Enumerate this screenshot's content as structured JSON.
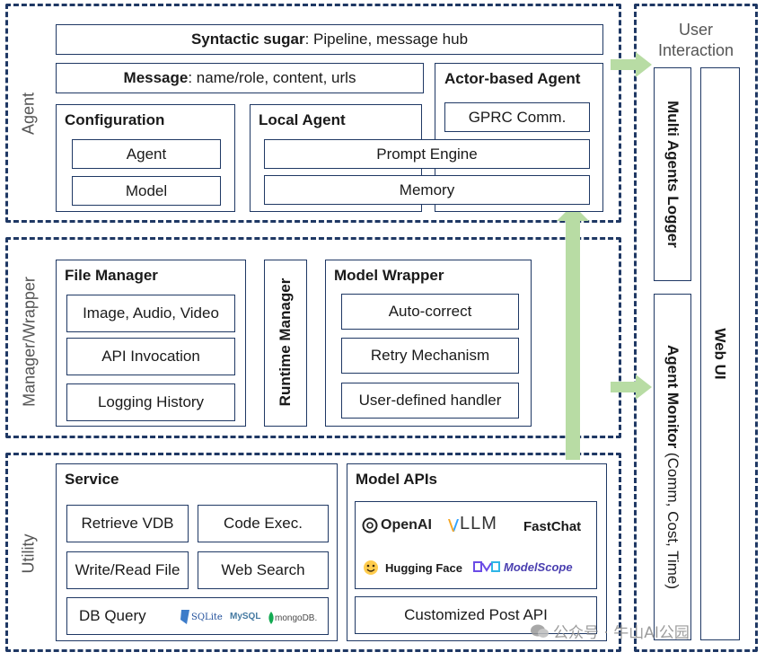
{
  "sections": {
    "agent": "Agent",
    "manager": "Manager/Wrapper",
    "utility": "Utility",
    "user_interaction": "User\nInteraction"
  },
  "agent": {
    "syntactic_bold": "Syntactic sugar",
    "syntactic_rest": ": Pipeline, message hub",
    "message_bold": "Message",
    "message_rest": ": name/role, content, urls",
    "configuration": {
      "title": "Configuration",
      "items": [
        "Agent",
        "Model"
      ]
    },
    "local_agent": {
      "title": "Local Agent",
      "items": [
        "Prompt Engine",
        "Memory"
      ]
    },
    "actor_agent": {
      "title": "Actor-based Agent",
      "items": [
        "GPRC Comm."
      ]
    }
  },
  "manager": {
    "file_manager": {
      "title": "File Manager",
      "items": [
        "Image, Audio, Video",
        "API Invocation",
        "Logging History"
      ]
    },
    "runtime_manager": "Runtime Manager",
    "model_wrapper": {
      "title": "Model Wrapper",
      "items": [
        "Auto-correct",
        "Retry Mechanism",
        "User-defined handler"
      ]
    }
  },
  "utility": {
    "service": {
      "title": "Service",
      "items": [
        "Retrieve VDB",
        "Code Exec.",
        "Write/Read File",
        "Web Search",
        "DB Query"
      ]
    },
    "db_logos": [
      "SQLite",
      "MySQL",
      "mongoDB."
    ],
    "model_apis": {
      "title": "Model APIs",
      "logos": [
        "OpenAI",
        "LLM",
        "FastChat",
        "Hugging Face",
        "ModelScope"
      ],
      "custom": "Customized Post API"
    }
  },
  "ui": {
    "logger": "Multi Agents Logger",
    "monitor_bold": "Agent Monitor",
    "monitor_rest": " (Comm, Cost, Time)",
    "web_ui": "Web UI"
  },
  "watermark": "公众号 · 牛山AI公园",
  "colors": {
    "border": "#1f3864",
    "arrow": "#b8dca4"
  }
}
